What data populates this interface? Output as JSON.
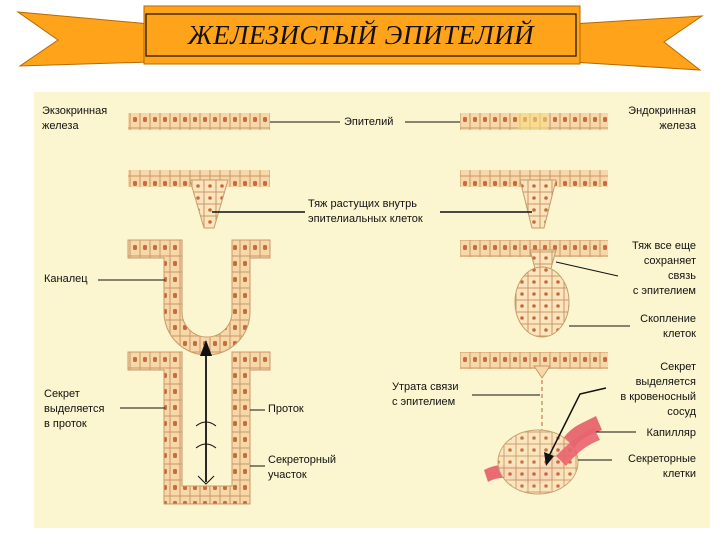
{
  "title": "ЖЕЛЕЗИСТЫЙ ЭПИТЕЛИЙ",
  "colors": {
    "banner": "#ffa31a",
    "panel": "#fbf6cf",
    "cell_fill": "#f8d7a8",
    "cell_stroke": "#c89a68",
    "nucleus": "#c46e3c",
    "capillary": "#e8646e",
    "gland_cell_fill": "#fbe4be"
  },
  "labels": {
    "exocrine": [
      "Экзокринная",
      "железа"
    ],
    "endocrine": [
      "Эндокринная",
      "железа"
    ],
    "epithelium": "Эпителий",
    "cord": [
      "Тяж растущих внутрь",
      "эпителиальных клеток"
    ],
    "tubule": "Каналец",
    "still_connected": [
      "Тяж все еще",
      "сохраняет",
      "связь",
      "с эпителием"
    ],
    "cluster": [
      "Скопление",
      "клеток"
    ],
    "secret_duct": [
      "Секрет",
      "выделяется",
      "в проток"
    ],
    "duct": "Проток",
    "secretory_part": [
      "Секреторный",
      "участок"
    ],
    "loss": [
      "Утрата связи",
      "с эпителием"
    ],
    "secret_blood": [
      "Секрет",
      "выделяется",
      "в кровеносный",
      "сосуд"
    ],
    "capillary": "Капилляр",
    "secretory_cells": [
      "Секреторные",
      "клетки"
    ]
  }
}
